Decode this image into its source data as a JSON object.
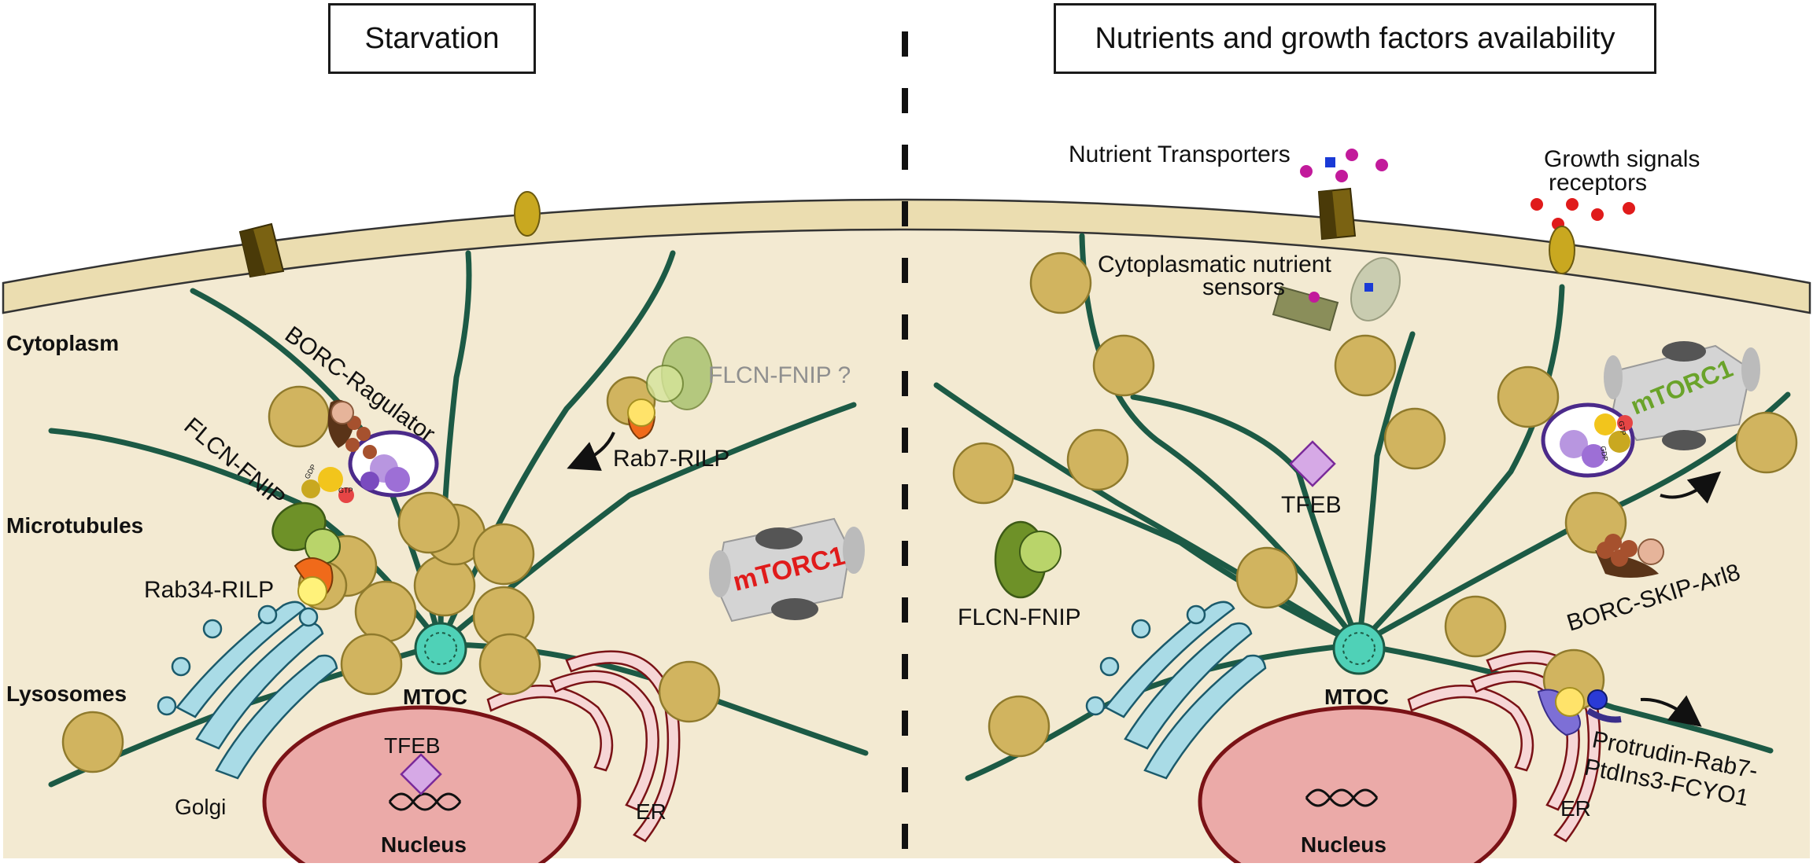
{
  "panels": {
    "left": {
      "title": "Starvation",
      "labels": {
        "cytoplasm": "Cytoplasm",
        "microtubules": "Microtubules",
        "lysosomes": "Lysosomes",
        "borc_ragulator": "BORC-Ragulator",
        "flcn_fnip_left": "FLCN-FNIP",
        "flcn_fnip_q": "FLCN-FNIP ?",
        "rab7_rilp": "Rab7-RILP",
        "rab34_rilp": "Rab34-RILP",
        "mtorc1": "mTORC1",
        "mtoc": "MTOC",
        "tfeb": "TFEB",
        "golgi": "Golgi",
        "er": "ER",
        "nucleus": "Nucleus"
      }
    },
    "right": {
      "title": "Nutrients and growth factors availability",
      "labels": {
        "nutrient_transporters": "Nutrient Transporters",
        "growth_receptors_1": "Growth signals",
        "growth_receptors_2": "receptors",
        "cyto_sensors_1": "Cytoplasmatic nutrient",
        "cyto_sensors_2": "sensors",
        "tfeb": "TFEB",
        "flcn_fnip": "FLCN-FNIP",
        "mtorc1": "mTORC1",
        "borc_skip": "BORC-SKIP-Arl8",
        "protrudin_1": "Protrudin-Rab7-",
        "protrudin_2": "PtdIns3-FCYO1",
        "mtoc": "MTOC",
        "er": "ER",
        "nucleus": "Nucleus"
      }
    }
  },
  "mini_labels": {
    "gdp": "GDP",
    "gtp": "GTP"
  },
  "colors": {
    "cytoplasm": "#f3ead2",
    "membrane": "#ebddb0",
    "microtubule": "#1c5a45",
    "lysosome": "#d1b45f",
    "lysosome_edge": "#8f7a2c",
    "nucleus": "#ebaaa8",
    "nucleus_edge": "#7a1216",
    "golgi": "#a9dbe6",
    "er": "#f6d6d6",
    "mtoc": "#4fd1b7",
    "mtorc1_red": "#e01b1b",
    "mtorc1_green": "#6aa32a",
    "tfeb": "#d6a9e6",
    "flcn": "#6e9128"
  }
}
